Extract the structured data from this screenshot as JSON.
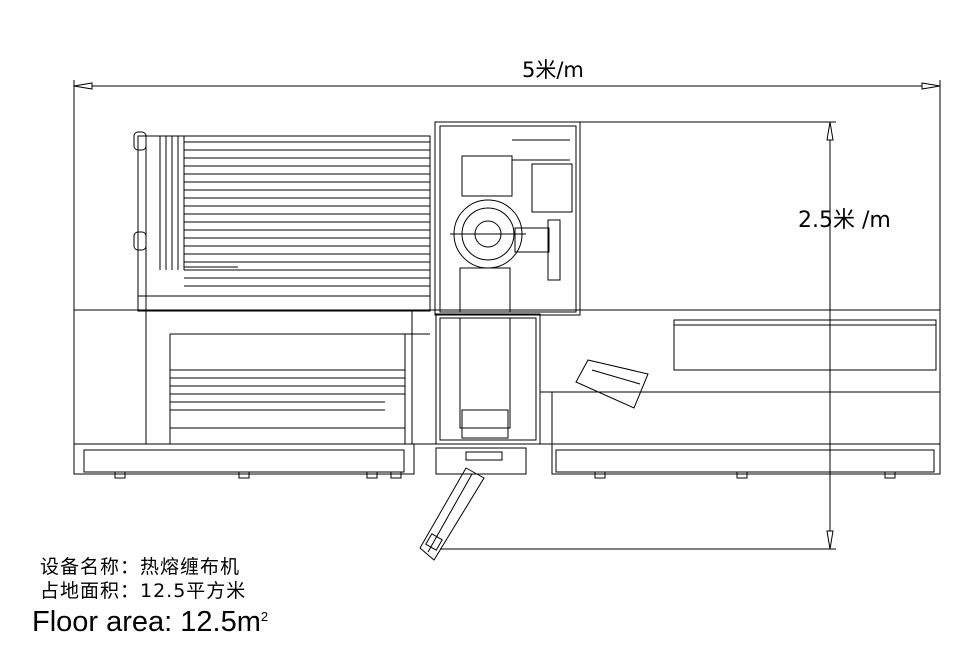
{
  "dimensions": {
    "width_label": "5米/m",
    "height_label": "2.5米 /m"
  },
  "info": {
    "device_name": "设备名称：热熔缠布机",
    "floor_area_cn": "占地面积：12.5平方米",
    "floor_area_en": "Floor area: 12.5m",
    "floor_area_sup": "2"
  },
  "colors": {
    "line": "#000000",
    "background": "#ffffff"
  }
}
